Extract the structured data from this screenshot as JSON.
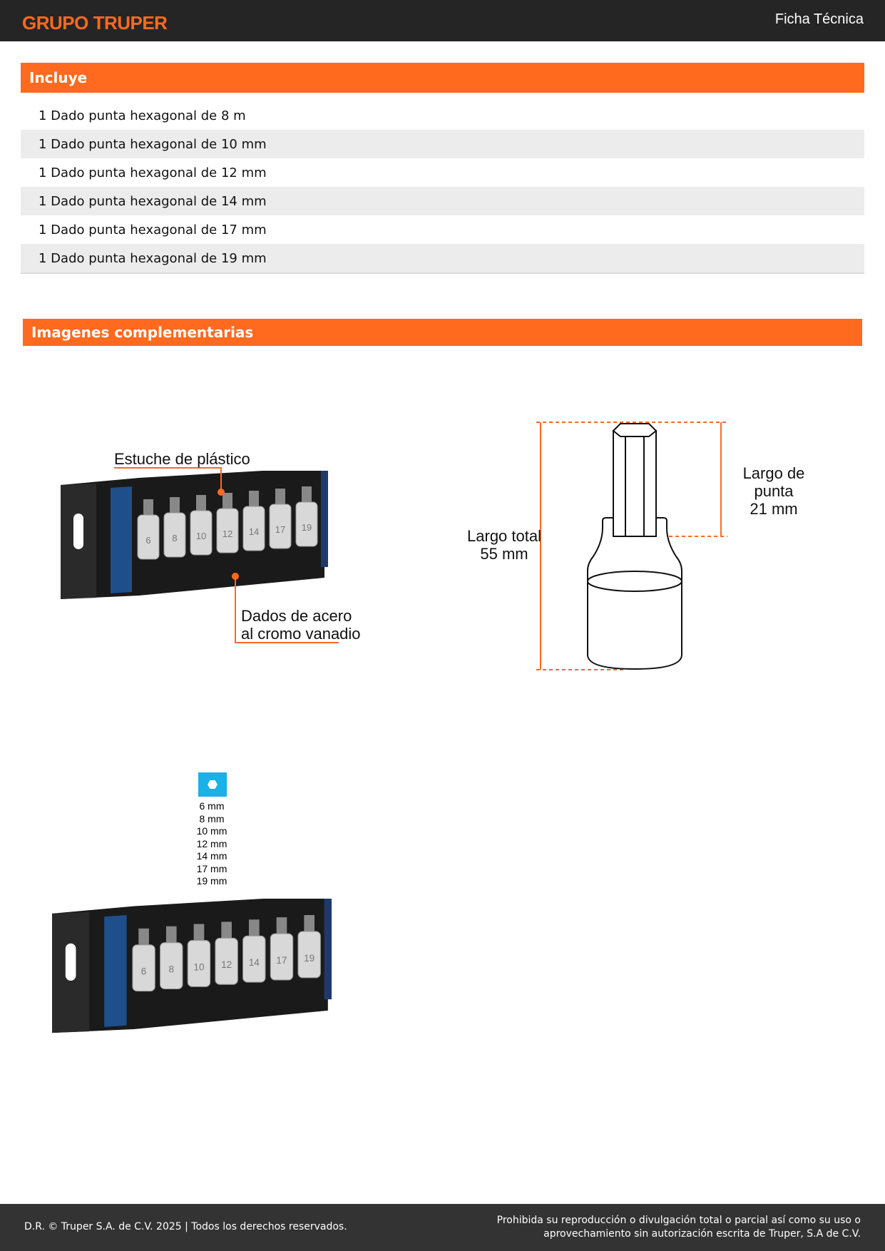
{
  "header": {
    "logo": "GRUPO TRUPER",
    "title": "Ficha Técnica"
  },
  "includes": {
    "title": "Incluye",
    "items": [
      "1 Dado punta hexagonal de 8 m",
      "1 Dado punta hexagonal de 10 mm",
      "1 Dado punta hexagonal de 12 mm",
      "1 Dado punta hexagonal de 14 mm",
      "1 Dado punta hexagonal de 17 mm",
      "1 Dado punta hexagonal de 19 mm"
    ]
  },
  "images": {
    "title": "Imagenes complementarias",
    "img1": {
      "label_case": "Estuche de plástico",
      "label_sockets_1": "Dados de acero",
      "label_sockets_2": "al cromo vanadio"
    },
    "img2": {
      "tip_1": "Largo de punta",
      "tip_2": "21 mm",
      "total_1": "Largo total",
      "total_2": "55 mm"
    },
    "img3": {
      "sizes": [
        "6 mm",
        "8 mm",
        "10 mm",
        "12 mm",
        "14 mm",
        "17 mm",
        "19 mm"
      ]
    },
    "socket_numbers": [
      "6",
      "8",
      "10",
      "12",
      "14",
      "17",
      "19"
    ]
  },
  "footer": {
    "left": "D.R. © Truper S.A. de C.V. 2025 | Todos los derechos reservados.",
    "right_1": "Prohibida su reproducción o divulgación total o parcial así como su uso o",
    "right_2": "aprovechamiento sin autorización escrita de Truper, S.A de C.V."
  },
  "colors": {
    "accent": "#ff6a1f",
    "header": "#252525",
    "footer": "#333333",
    "hex_icon": "#1ab0e8"
  }
}
